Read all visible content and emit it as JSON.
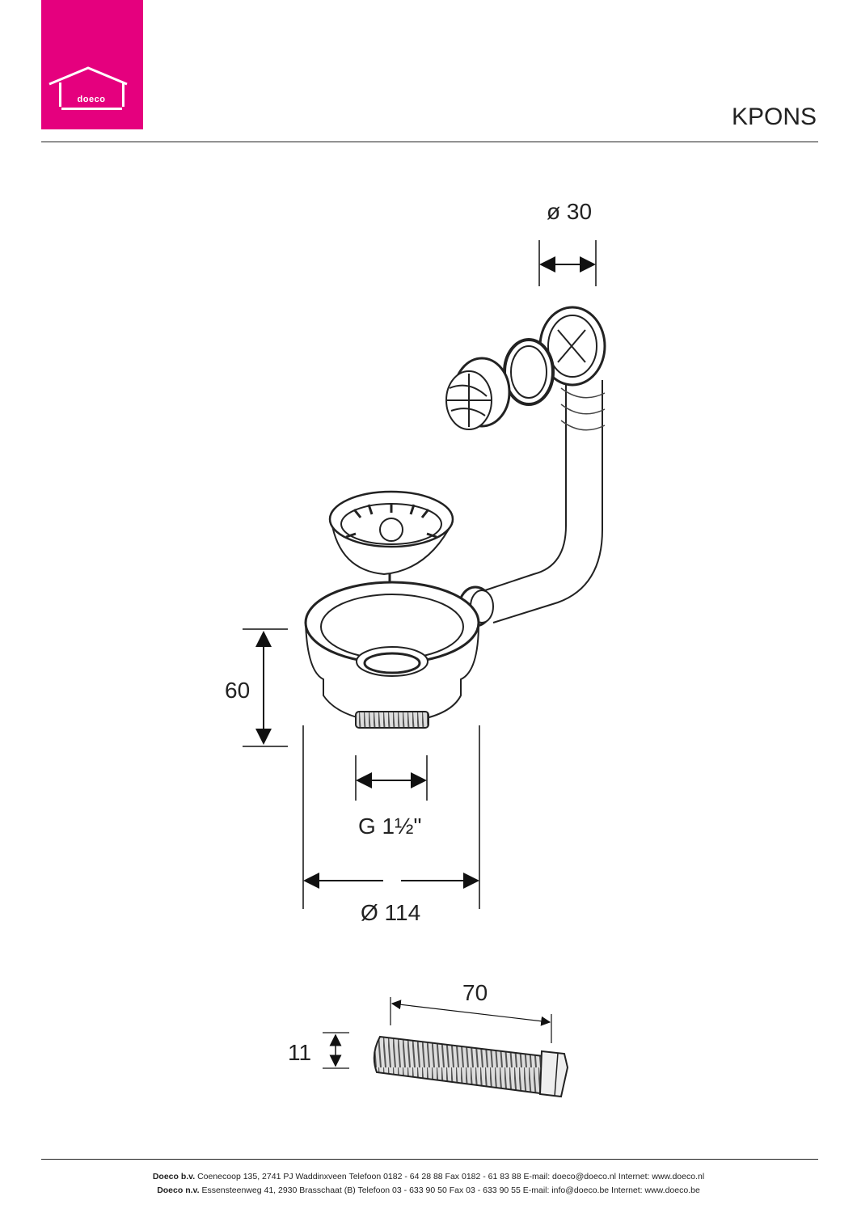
{
  "brand": {
    "logo_text": "doeco",
    "accent_color": "#e5007e"
  },
  "title": "KPONS",
  "dimensions": {
    "outlet_diameter": "ø 30",
    "height": "60",
    "thread": "G 1½\"",
    "basket_diameter": "Ø 114",
    "screw_length": "70",
    "screw_diameter": "11"
  },
  "footer": {
    "line1_company": "Doeco b.v.",
    "line1_text": "Coenecoop 135,   2741 PJ  Waddinxveen   Telefoon 0182 - 64 28 88   Fax 0182 - 61 83 88   E-mail: doeco@doeco.nl   Internet: www.doeco.nl",
    "line2_company": "Doeco n.v.",
    "line2_text": "Essensteenweg 41, 2930  Brasschaat (B)   Telefoon 03 - 633 90 50   Fax 03 - 633 90 55   E-mail: info@doeco.be   Internet: www.doeco.be"
  }
}
